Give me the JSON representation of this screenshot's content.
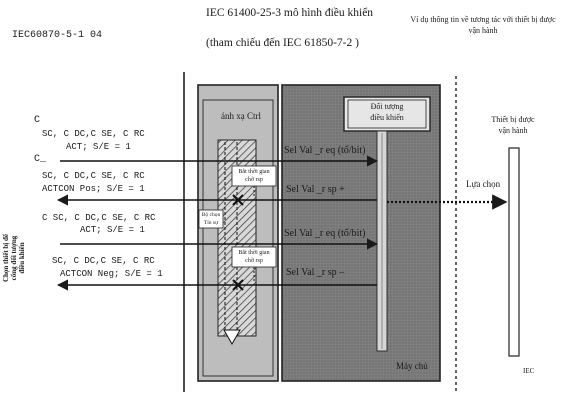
{
  "header": {
    "left_code": "IEC60870-5-1 04",
    "title_line1": "IEC 61400-25-3  mô hình điều khiển",
    "title_line2": "(tham chiếu đến  IEC  61850-7-2 )",
    "right_line1": "Ví dụ thông tin về tương tác với thiết bị được",
    "right_line2": "vận hành"
  },
  "left_panel": {
    "vertical_label_line1": "Chọn thiết bị để",
    "vertical_label_line2": "cổng đối tượng",
    "vertical_label_line3": "điều khiển",
    "c1": "C",
    "g1_line1": "SC, C DC,C SE, C RC",
    "g1_line2": "ACT; S/E = 1",
    "c2": "C_",
    "g2_line1": "SC, C DC,C SE, C RC",
    "g2_line2": "ACTCON Pos; S/E = 1",
    "g3_line1": "C SC, C DC,C SE, C RC",
    "g3_line2": "ACT; S/E = 1",
    "g4_line1": "SC, C DC,C SE, C RC",
    "g4_line2": "ACTCON Neg; S/E = 1"
  },
  "mapping": {
    "title": "ánh xạ Ctrl",
    "box1_line1": "Bắt thời gian",
    "box1_line2": "chờ  rsp",
    "box2_line1": "Bộ chọn",
    "box2_line2": "Tín sự",
    "box3_line1": "Bắt thời gian",
    "box3_line2": "chờ  rsp"
  },
  "server": {
    "object_line1": "Đối tượng",
    "object_line2": "điều khiển",
    "label": "Máy chủ",
    "req1": "Sel Val _r eq  (tổ/bit)",
    "rsp1": "Sel Val _r sp +",
    "req2": "Sel Val _r eq  (tổ/bit)",
    "rsp2": "Sel Val _r sp –"
  },
  "device": {
    "label_line1": "Thiết bị được",
    "label_line2": "vận hành",
    "selection": "Lựa chọn",
    "bottom": "IEC"
  },
  "colors": {
    "server_fill": "#8c8c8c",
    "mapping_fill": "#bdbdbd",
    "object_fill": "#e6e6e6",
    "ink": "#1a1a1a"
  }
}
